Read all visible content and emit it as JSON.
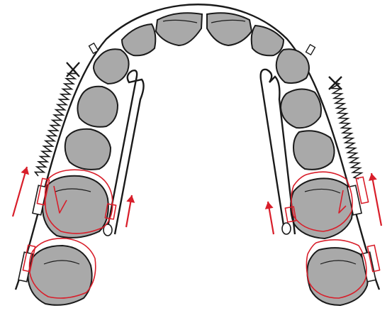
{
  "colors": {
    "background": "#ffffff",
    "tooth_fill": "#a9a9a9",
    "outline": "#1a1a1a",
    "movement_red": "#d81e2a"
  },
  "labels": {},
  "movement_arrows": [
    {
      "side": "left",
      "direction": "forward"
    },
    {
      "side": "left",
      "direction": "forward"
    },
    {
      "side": "right",
      "direction": "forward"
    },
    {
      "side": "right",
      "direction": "forward"
    }
  ]
}
